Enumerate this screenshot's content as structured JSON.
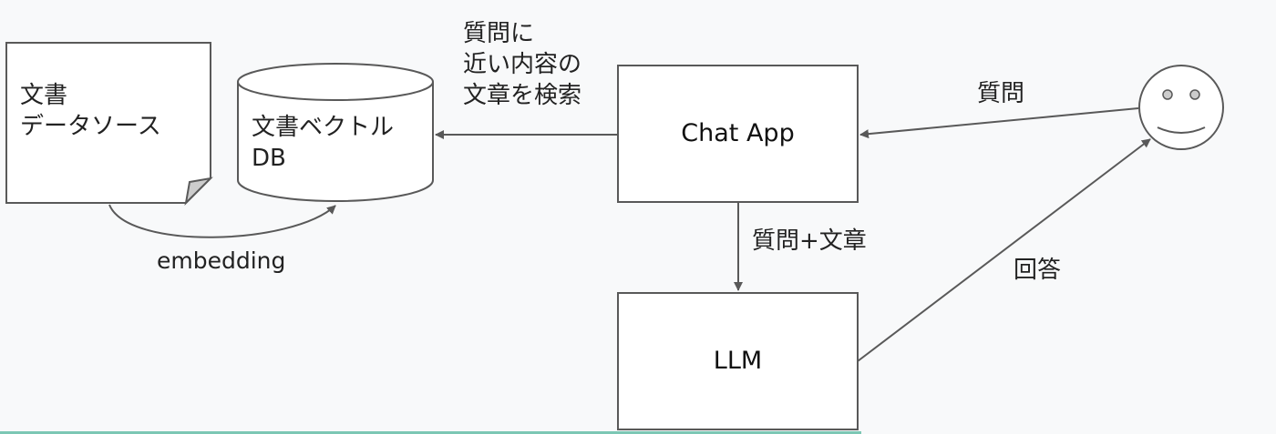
{
  "document_source": {
    "label_line1": "文書",
    "label_line2": "データソース"
  },
  "vector_db": {
    "label_line1": "文書ベクトル",
    "label_line2": "DB"
  },
  "embedding_label": "embedding",
  "search_label": {
    "line1": "質問に",
    "line2": "近い内容の",
    "line3": "文章を検索"
  },
  "chat_app": {
    "label": "Chat App"
  },
  "llm": {
    "label": "LLM"
  },
  "question_label": "質問",
  "question_plus_text_label": "質問+文章",
  "answer_label": "回答",
  "colors": {
    "background": "#f8f9fa",
    "stroke": "#595959",
    "fill": "#ffffff",
    "fold": "#cccccc",
    "accent_line": "#7cc7b4"
  }
}
